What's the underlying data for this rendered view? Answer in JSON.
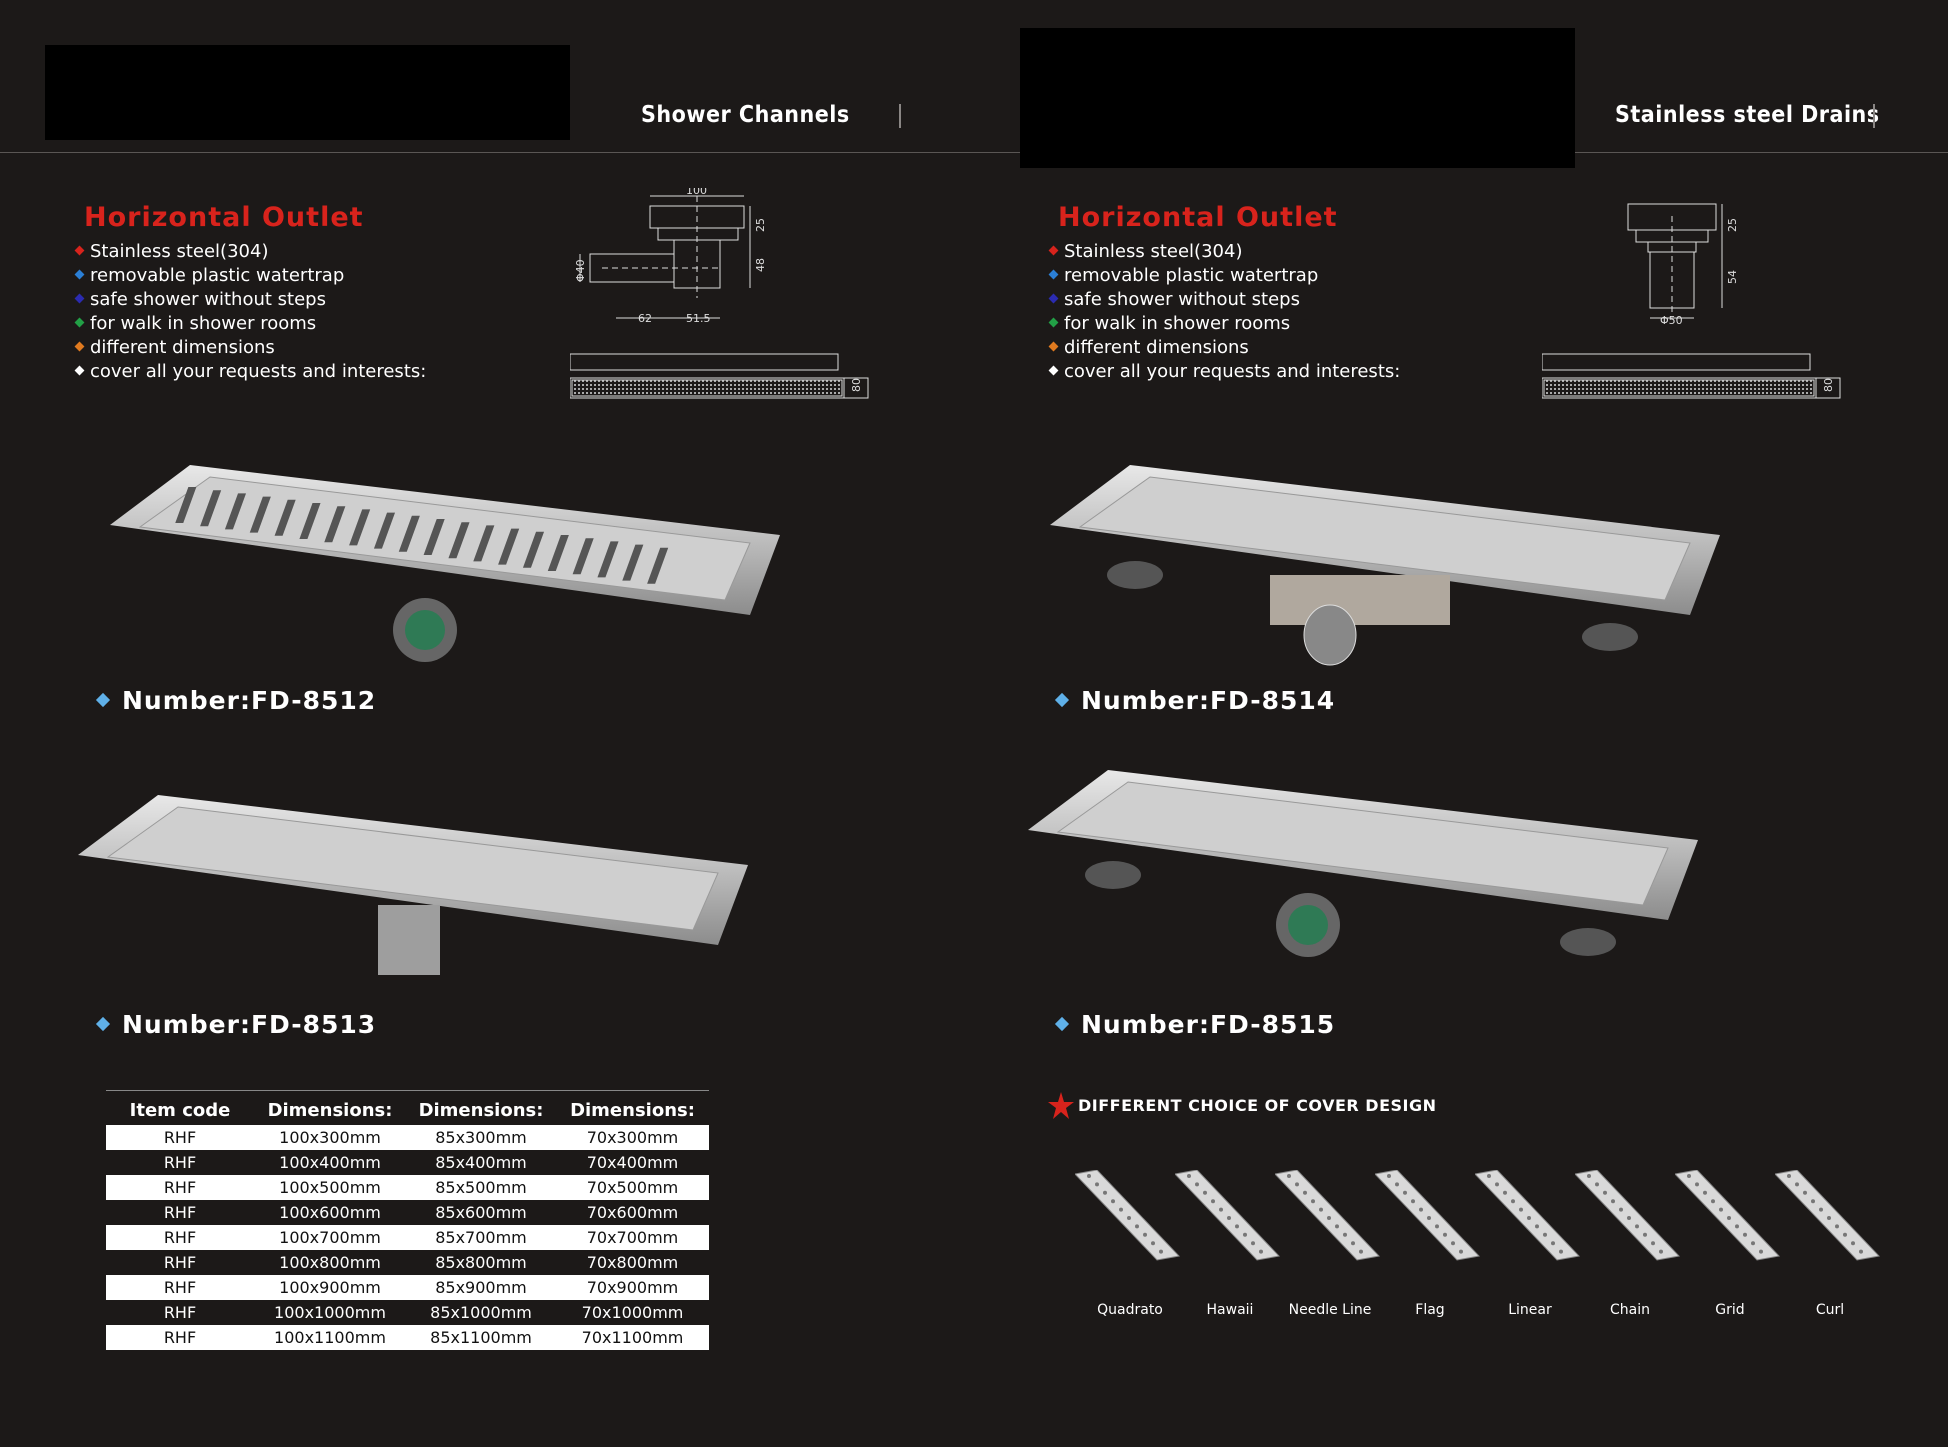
{
  "header": {
    "left_title": "Shower Channels",
    "right_title": "Stainless steel Drains"
  },
  "left": {
    "heading": "Horizontal  Outlet",
    "features": [
      {
        "text": "Stainless steel(304)",
        "color": "#d8231c"
      },
      {
        "text": "removable plastic watertrap",
        "color": "#2b7fd6"
      },
      {
        "text": "safe shower without steps",
        "color": "#2b2bb0"
      },
      {
        "text": "for walk in shower rooms",
        "color": "#22a046"
      },
      {
        "text": "different dimensions",
        "color": "#e07a1f"
      },
      {
        "text": "cover all your requests and interests:",
        "color": "#ffffff"
      }
    ],
    "diagram": {
      "d100": "100",
      "d25": "25",
      "d48": "48",
      "d40": "Φ40",
      "d62": "62",
      "d515": "51.5",
      "d80": "80"
    },
    "products": [
      {
        "number": "Number:FD-8512"
      },
      {
        "number": "Number:FD-8513"
      }
    ]
  },
  "right": {
    "heading": "Horizontal  Outlet",
    "features": [
      {
        "text": "Stainless steel(304)",
        "color": "#d8231c"
      },
      {
        "text": "removable plastic watertrap",
        "color": "#2b7fd6"
      },
      {
        "text": "safe shower without steps",
        "color": "#2b2bb0"
      },
      {
        "text": "for walk in shower rooms",
        "color": "#22a046"
      },
      {
        "text": "different dimensions",
        "color": "#e07a1f"
      },
      {
        "text": "cover all your requests and interests:",
        "color": "#ffffff"
      }
    ],
    "diagram": {
      "d25": "25",
      "d54": "54",
      "d50": "Φ50",
      "d80": "80"
    },
    "products": [
      {
        "number": "Number:FD-8514"
      },
      {
        "number": "Number:FD-8515"
      }
    ]
  },
  "table": {
    "headers": [
      "Item code",
      "Dimensions:",
      "Dimensions:",
      "Dimensions:"
    ],
    "rows": [
      [
        "RHF",
        "100x300mm",
        "85x300mm",
        "70x300mm"
      ],
      [
        "RHF",
        "100x400mm",
        "85x400mm",
        "70x400mm"
      ],
      [
        "RHF",
        "100x500mm",
        "85x500mm",
        "70x500mm"
      ],
      [
        "RHF",
        "100x600mm",
        "85x600mm",
        "70x600mm"
      ],
      [
        "RHF",
        "100x700mm",
        "85x700mm",
        "70x700mm"
      ],
      [
        "RHF",
        "100x800mm",
        "85x800mm",
        "70x800mm"
      ],
      [
        "RHF",
        "100x900mm",
        "85x900mm",
        "70x900mm"
      ],
      [
        "RHF",
        "100x1000mm",
        "85x1000mm",
        "70x1000mm"
      ],
      [
        "RHF",
        "100x1100mm",
        "85x1100mm",
        "70x1100mm"
      ]
    ]
  },
  "covers": {
    "title": "DIFFERENT CHOICE OF COVER DESIGN",
    "items": [
      "Quadrato",
      "Hawaii",
      "Needle Line",
      "Flag",
      "Linear",
      "Chain",
      "Grid",
      "Curl"
    ]
  }
}
